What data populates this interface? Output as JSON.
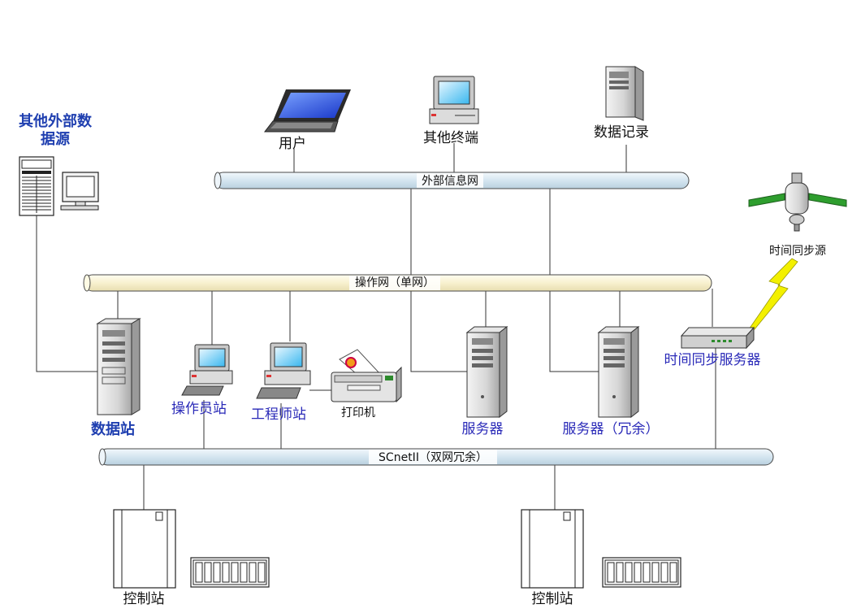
{
  "networks": {
    "external": "外部信息网",
    "operation": "操作网（单网）",
    "scnet": "SCnetII（双网冗余）"
  },
  "nodes": {
    "external_source_line1": "其他外部数",
    "external_source_line2": "据源",
    "user": "用户",
    "other_terminal": "其他终端",
    "data_record": "数据记录",
    "time_source": "时间同步源",
    "data_station": "数据站",
    "operator_station": "操作员站",
    "engineer_station": "工程师站",
    "printer": "打印机",
    "server": "服务器",
    "server_redundant": "服务器（冗余）",
    "time_server": "时间同步服务器",
    "control_station_1": "控制站",
    "control_station_2": "控制站"
  },
  "colors": {
    "network_blue": "#dbe9f2",
    "network_yellow": "#fbf6d5",
    "label_blue": "#2a2ab8",
    "lightning": "#f3f000"
  }
}
